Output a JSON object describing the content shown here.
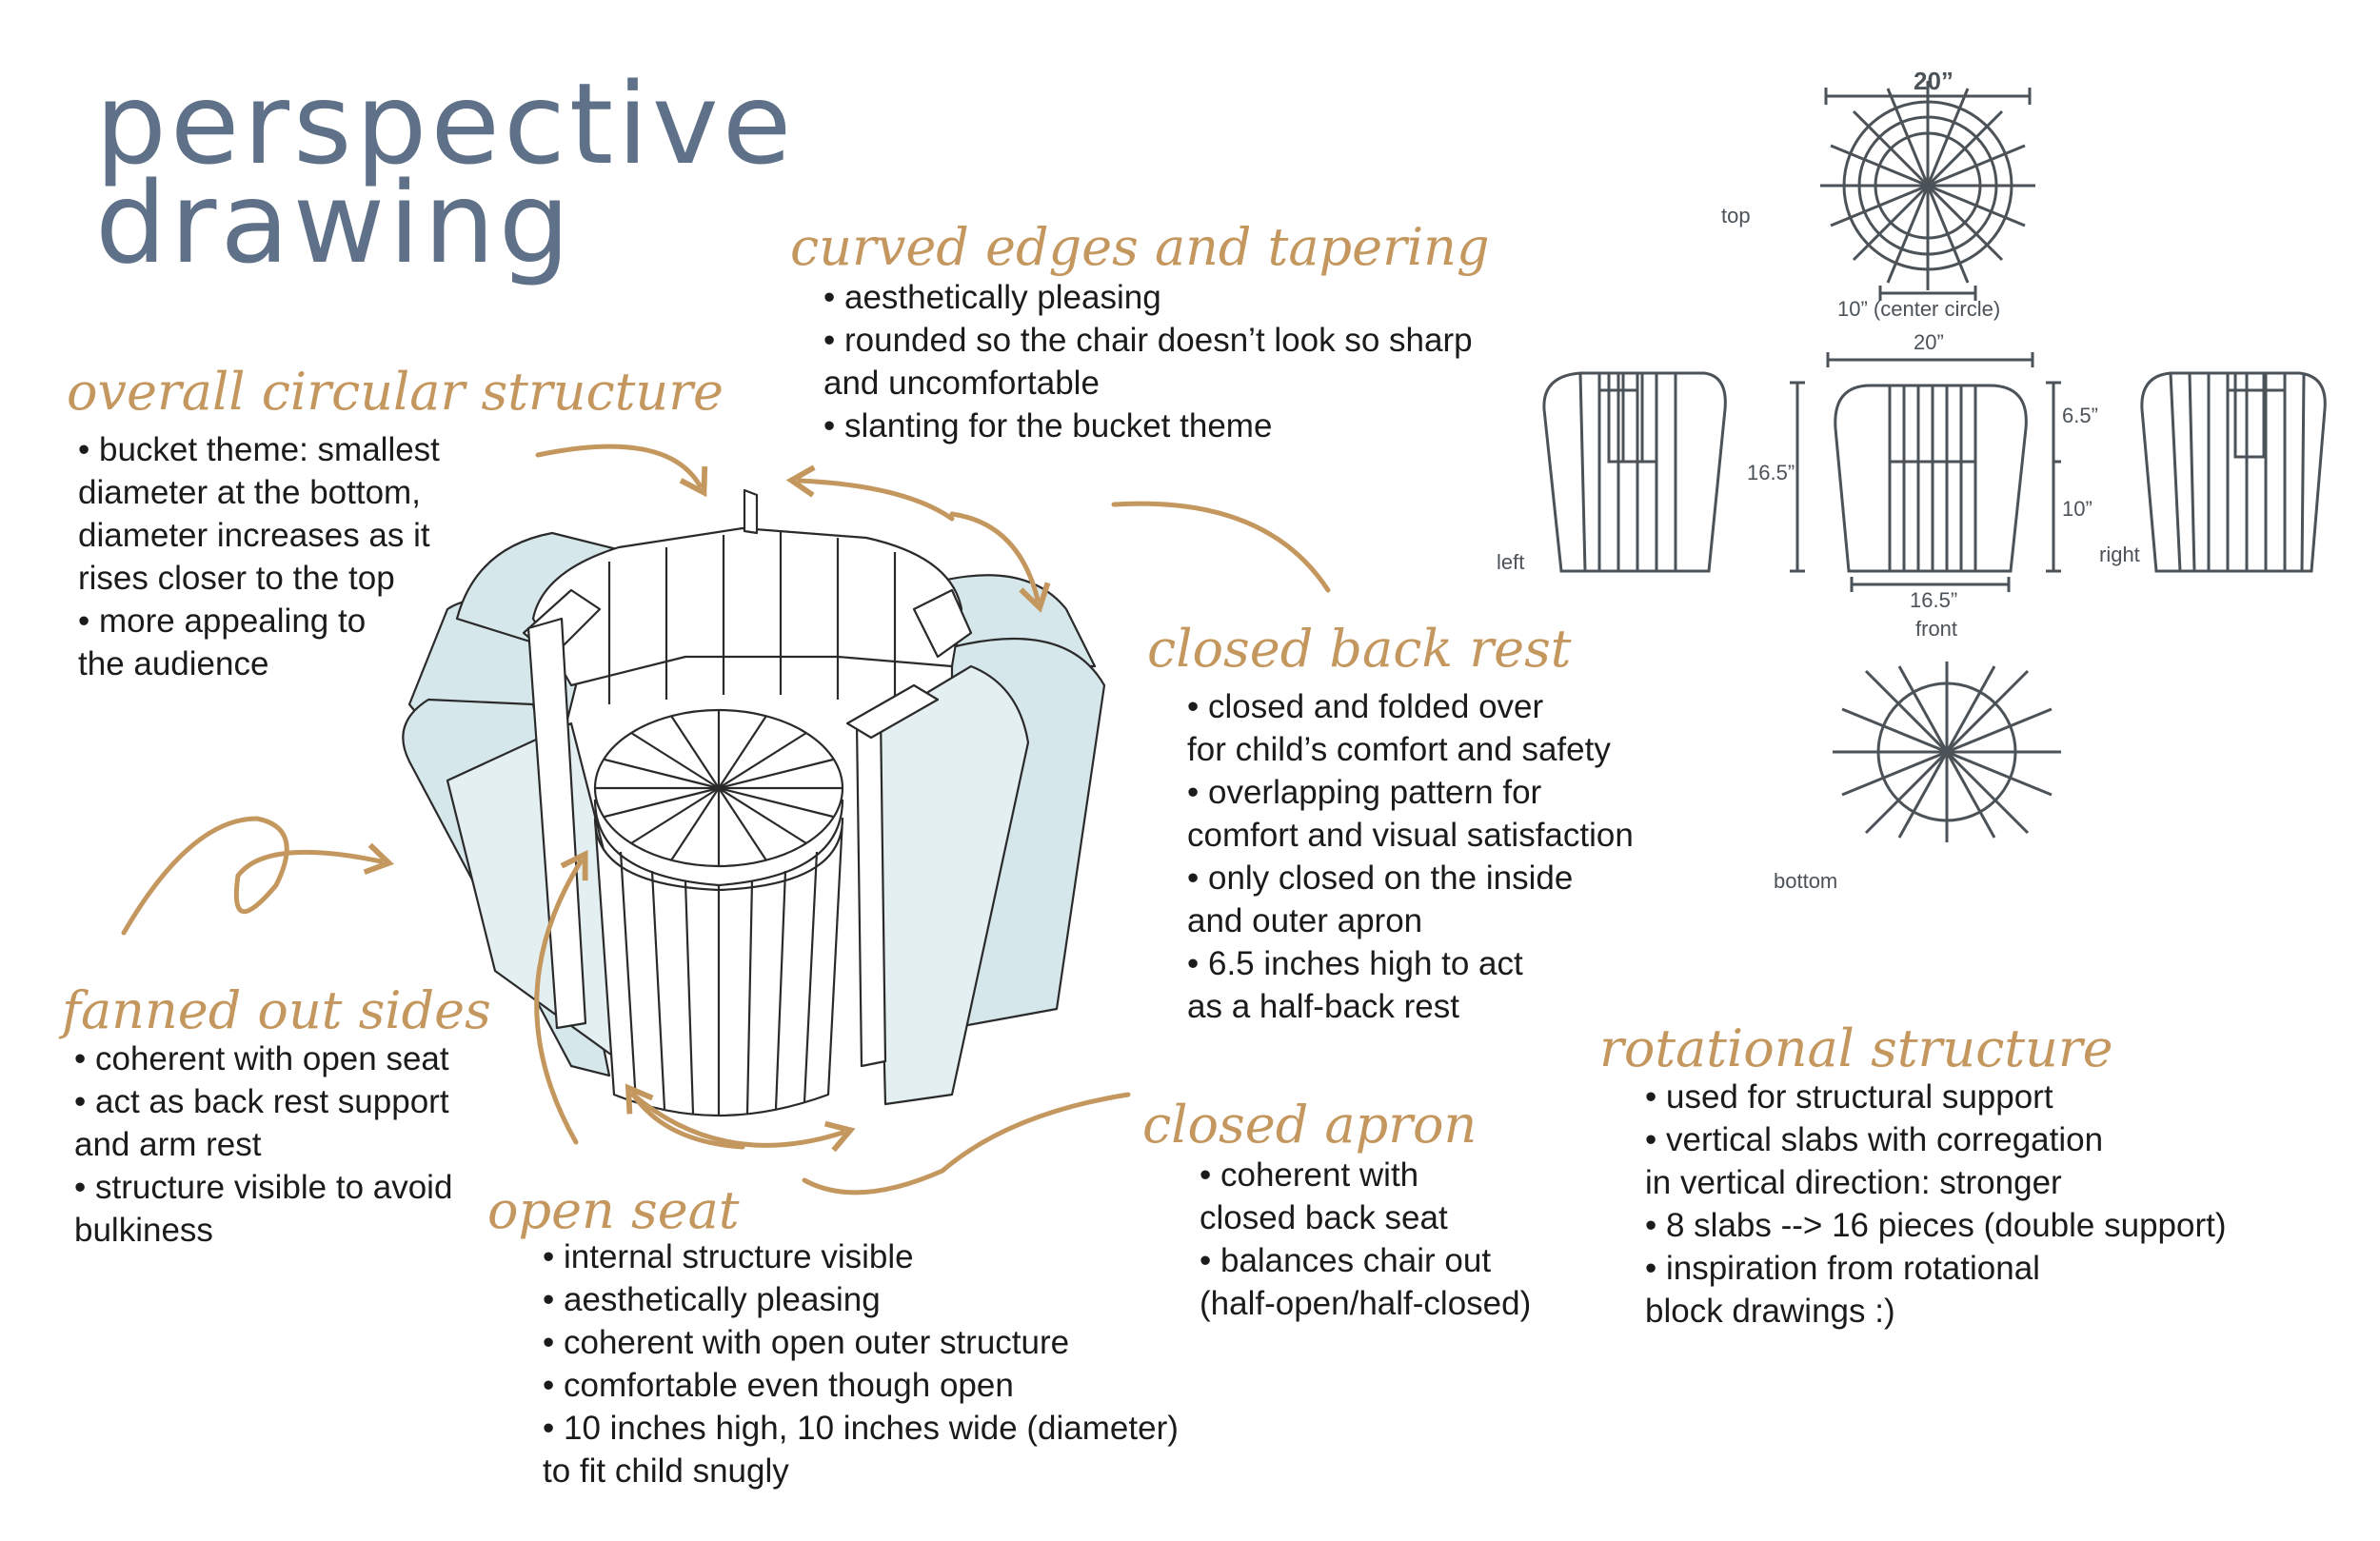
{
  "title": {
    "line1": "perspective",
    "line2": "drawing"
  },
  "sections": {
    "curved": {
      "heading": "curved edges and tapering",
      "lines": [
        "• aesthetically pleasing",
        "• rounded so the chair doesn’t look so sharp",
        "and uncomfortable",
        "• slanting for the bucket theme"
      ]
    },
    "circular": {
      "heading": "overall circular structure",
      "lines": [
        "• bucket theme: smallest",
        "diameter at the bottom,",
        "diameter increases as it",
        "rises closer to the top",
        "• more appealing to",
        "the audience"
      ]
    },
    "back_rest": {
      "heading": "closed back rest",
      "lines": [
        "• closed and folded over",
        "for child’s comfort and safety",
        "• overlapping pattern for",
        "comfort and visual satisfaction",
        "• only closed on the inside",
        "and outer apron",
        "• 6.5 inches high to act",
        "as a half-back rest"
      ]
    },
    "fanned": {
      "heading": "fanned out sides",
      "lines": [
        "• coherent with open seat",
        "• act as back rest support",
        "and arm rest",
        "• structure visible to avoid",
        "bulkiness"
      ]
    },
    "open_seat": {
      "heading": "open seat",
      "lines": [
        "• internal structure visible",
        "• aesthetically pleasing",
        "• coherent with open outer structure",
        "• comfortable even though open",
        "• 10 inches high, 10 inches wide (diameter)",
        "to fit child snugly"
      ]
    },
    "apron": {
      "heading": "closed apron",
      "lines": [
        "• coherent with",
        "closed back seat",
        "• balances chair out",
        "(half-open/half-closed)"
      ]
    },
    "rotational": {
      "heading": "rotational structure",
      "lines": [
        "• used for structural support",
        "• vertical slabs with corregation",
        "in vertical direction: stronger",
        "• 8 slabs --> 16 pieces (double support)",
        "• inspiration from rotational",
        "block drawings :)"
      ]
    }
  },
  "views": {
    "top_width": "20”",
    "top": "top",
    "center_circle": "10” (center circle)",
    "front_top_width": "20”",
    "front_height": "16.5”",
    "back_height": "6.5”",
    "seat_height": "10”",
    "front_bottom_width": "16.5”",
    "front": "front",
    "left": "left",
    "right": "right",
    "bottom": "bottom"
  },
  "colors": {
    "accent": "#c4975f",
    "title": "#5f7188",
    "line": "#4b5258",
    "fill": "#d9e8ec"
  }
}
